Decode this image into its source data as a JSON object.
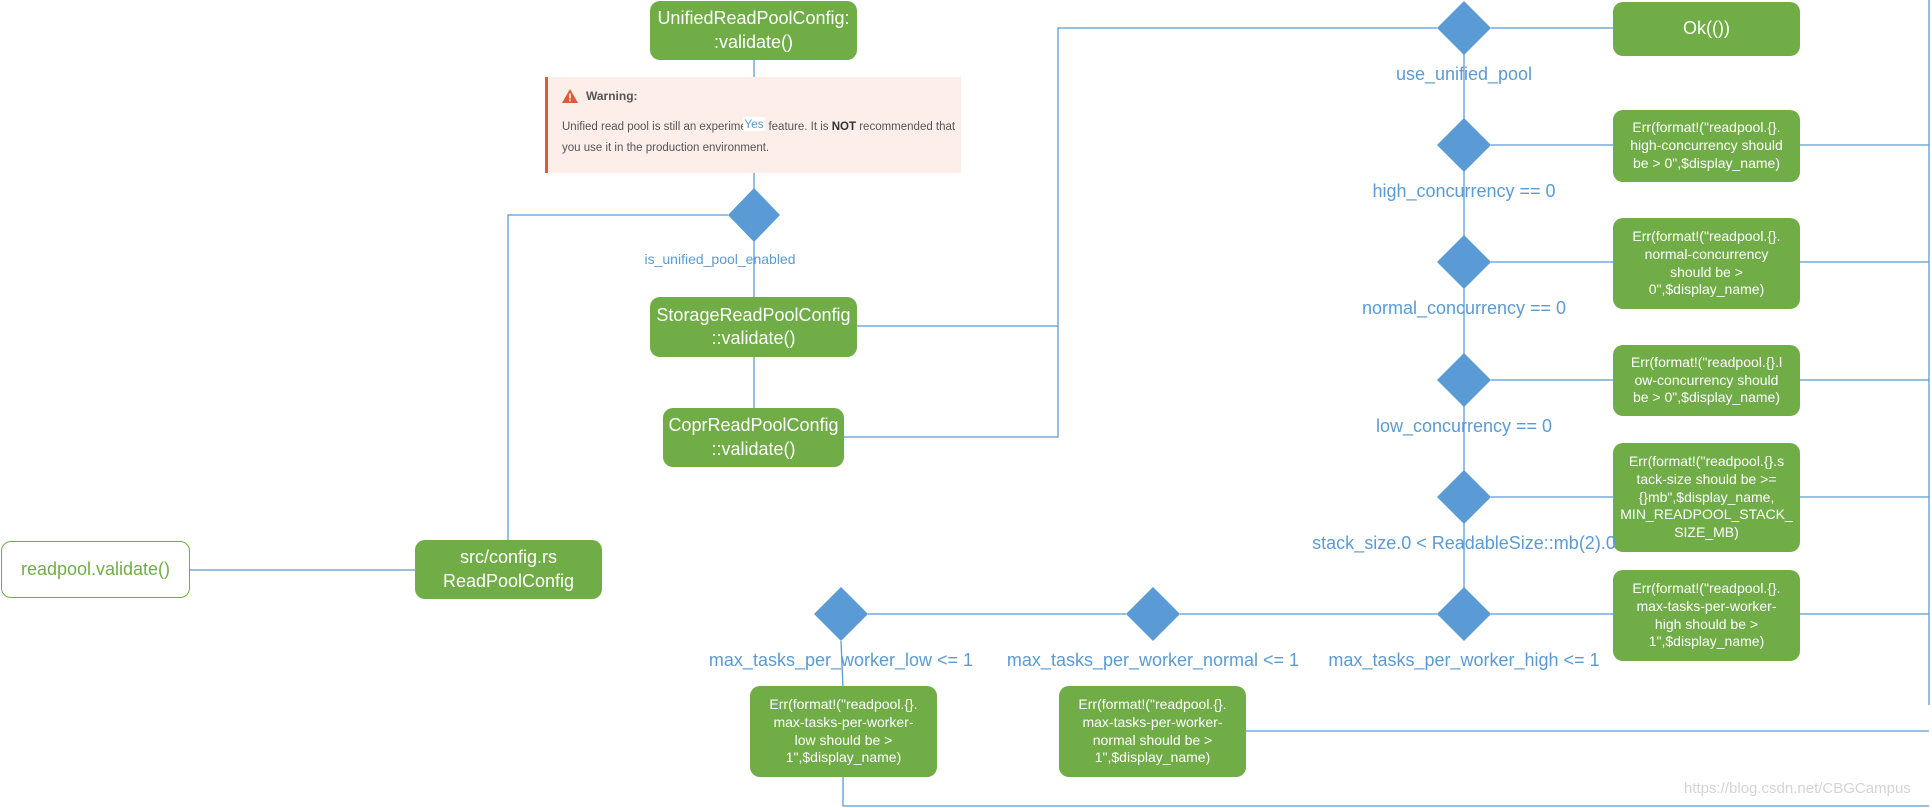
{
  "nodes": {
    "readpool_validate": "readpool.validate()",
    "config_rs": "src/config.rs\nReadPoolConfig",
    "unified_validate": "UnifiedReadPoolConfig:\n:validate()",
    "storage_validate": "StorageReadPoolConfig\n::validate()",
    "copr_validate": "CoprReadPoolConfig\n::validate()",
    "ok": "Ok(())",
    "err_high_concurrency": "Err(format!(\"readpool.{}.\nhigh-concurrency should\nbe > 0\",$display_name)",
    "err_normal_concurrency": "Err(format!(\"readpool.{}.\nnormal-concurrency\nshould be >\n0\",$display_name)",
    "err_low_concurrency": "Err(format!(\"readpool.{}.l\now-concurrency should\nbe > 0\",$display_name)",
    "err_stack_size": "Err(format!(\"readpool.{}.s\ntack-size should be >=\n{}mb\",$display_name,\nMIN_READPOOL_STACK_\nSIZE_MB)",
    "err_max_tasks_high": "Err(format!(\"readpool.{}.\nmax-tasks-per-worker-\nhigh should be >\n1\",$display_name)",
    "err_max_tasks_low": "Err(format!(\"readpool.{}.\nmax-tasks-per-worker-\nlow should be >\n1\",$display_name)",
    "err_max_tasks_normal": "Err(format!(\"readpool.{}.\nmax-tasks-per-worker-\nnormal should be >\n1\",$display_name)"
  },
  "conditions": {
    "is_unified_pool_enabled": "is_unified_pool_enabled",
    "use_unified_pool": "use_unified_pool",
    "high_concurrency": "high_concurrency == 0",
    "normal_concurrency": "normal_concurrency == 0",
    "low_concurrency": "low_concurrency == 0",
    "stack_size": "stack_size.0 < ReadableSize::mb(2).0",
    "max_tasks_high": "max_tasks_per_worker_high <= 1",
    "max_tasks_normal": "max_tasks_per_worker_normal <= 1",
    "max_tasks_low": "max_tasks_per_worker_low <= 1"
  },
  "edge_labels": {
    "yes": "Yes"
  },
  "warning": {
    "title": "Warning:",
    "text_before": "Unified read pool is still an experimental feature. It is ",
    "text_bold": "NOT",
    "text_after": " recommended that you use it in the production environment."
  },
  "watermark": "https://blog.csdn.net/CBGCampus",
  "colors": {
    "node_fill": "#70ad47",
    "decision_fill": "#5b9bd5",
    "line": "#5b9bd5",
    "label": "#5b9bd5",
    "warning_bg": "#fdeeea",
    "warning_accent": "#e05a3a"
  }
}
